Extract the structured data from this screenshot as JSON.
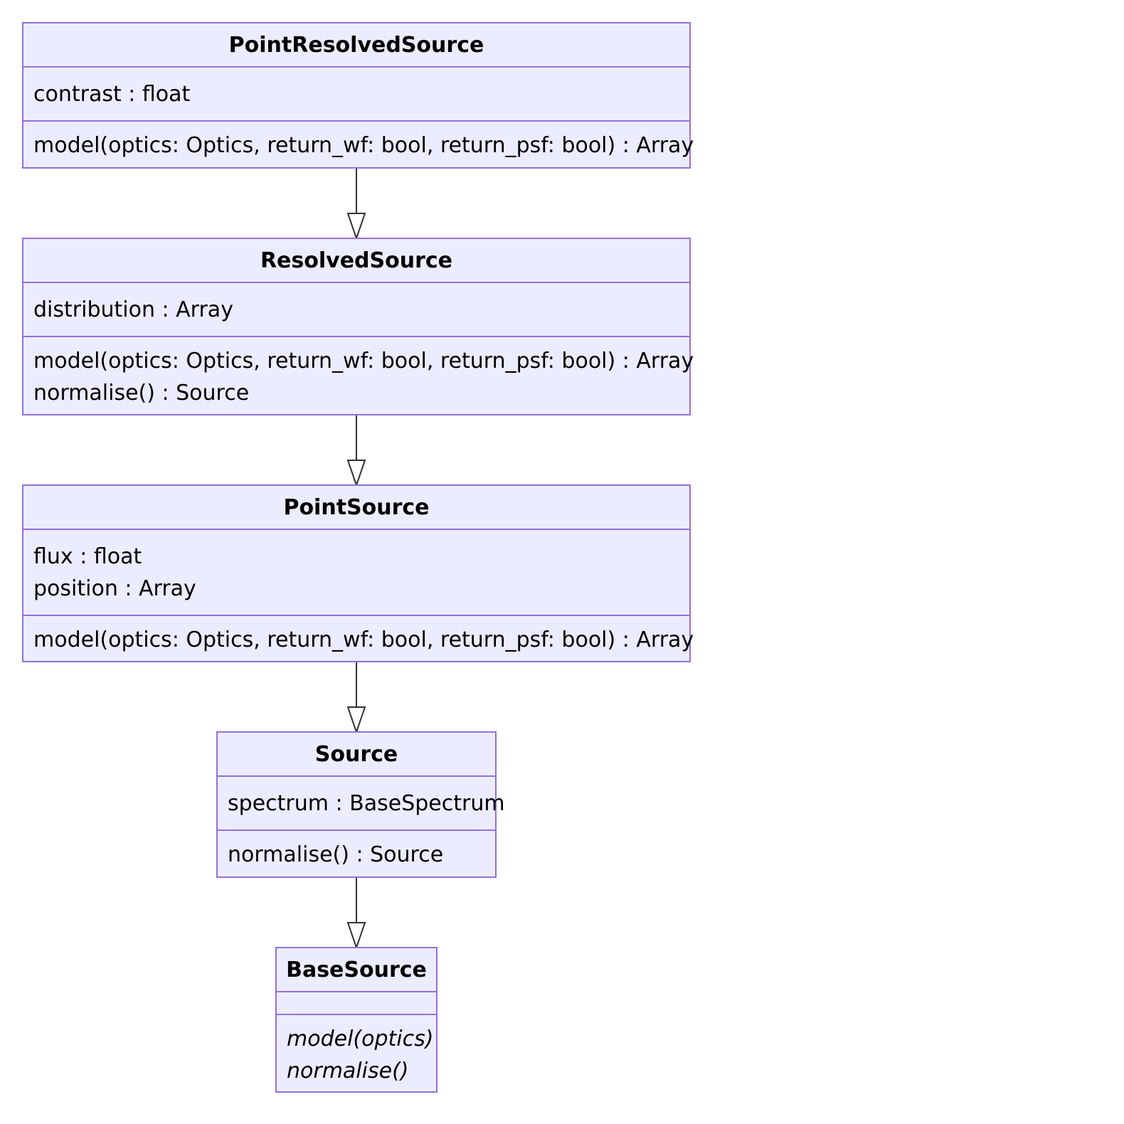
{
  "classes": {
    "point_resolved_source": {
      "name": "PointResolvedSource",
      "attributes": [
        "contrast : float"
      ],
      "methods": [
        "model(optics: Optics, return_wf: bool, return_psf: bool) : Array"
      ]
    },
    "resolved_source": {
      "name": "ResolvedSource",
      "attributes": [
        "distribution : Array"
      ],
      "methods": [
        "model(optics: Optics, return_wf: bool, return_psf: bool) : Array",
        "normalise() : Source"
      ]
    },
    "point_source": {
      "name": "PointSource",
      "attributes": [
        "flux : float",
        "position : Array"
      ],
      "methods": [
        "model(optics: Optics, return_wf: bool, return_psf: bool) : Array"
      ]
    },
    "source": {
      "name": "Source",
      "attributes": [
        "spectrum : BaseSpectrum"
      ],
      "methods": [
        "normalise() : Source"
      ]
    },
    "base_source": {
      "name": "BaseSource",
      "attributes": [],
      "methods": [
        "model(optics)",
        "normalise()"
      ]
    }
  },
  "relations": [
    {
      "from": "PointResolvedSource",
      "to": "ResolvedSource",
      "type": "inheritance"
    },
    {
      "from": "ResolvedSource",
      "to": "PointSource",
      "type": "inheritance"
    },
    {
      "from": "PointSource",
      "to": "Source",
      "type": "inheritance"
    },
    {
      "from": "Source",
      "to": "BaseSource",
      "type": "inheritance"
    }
  ],
  "colors": {
    "fill": "#ececff",
    "border": "#9370db",
    "edge": "#333333"
  }
}
